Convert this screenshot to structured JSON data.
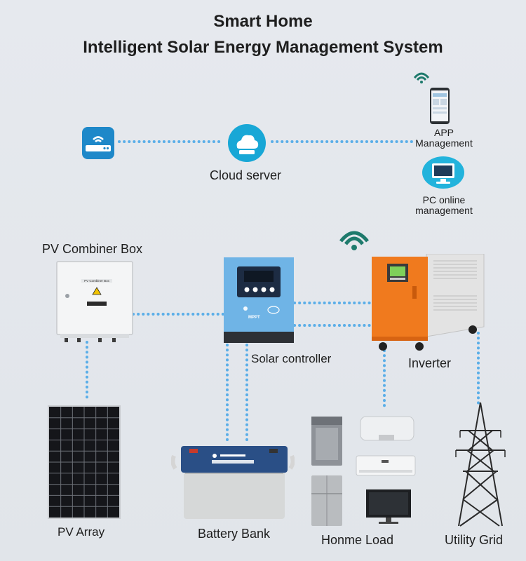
{
  "title": {
    "line1": "Smart Home",
    "line2": "Intelligent Solar Energy Management System"
  },
  "nodes": {
    "router": {
      "icon": "router-icon"
    },
    "cloud": {
      "label": "Cloud server",
      "icon": "cloud-icon"
    },
    "app": {
      "label_line1": "APP",
      "label_line2": "Management",
      "icon": "phone-icon"
    },
    "pc": {
      "label_line1": "PC online",
      "label_line2": "management",
      "icon": "monitor-icon"
    },
    "combiner": {
      "label": "PV Combiner Box",
      "device_text": "PV Combiner Box"
    },
    "controller": {
      "label": "Solar controller",
      "device_text": "MPPT"
    },
    "inverter": {
      "label": "Inverter"
    },
    "pv_array": {
      "label": "PV Array"
    },
    "battery": {
      "label": "Battery Bank"
    },
    "home_load": {
      "label": "Honme Load"
    },
    "grid": {
      "label": "Utility Grid"
    }
  },
  "colors": {
    "link_dots": "#5aaee8",
    "wifi": "#1e7a6c",
    "inverter_orange": "#f07a1e",
    "controller_blue": "#6fb4e6",
    "battery_blue": "#2a4f86"
  }
}
